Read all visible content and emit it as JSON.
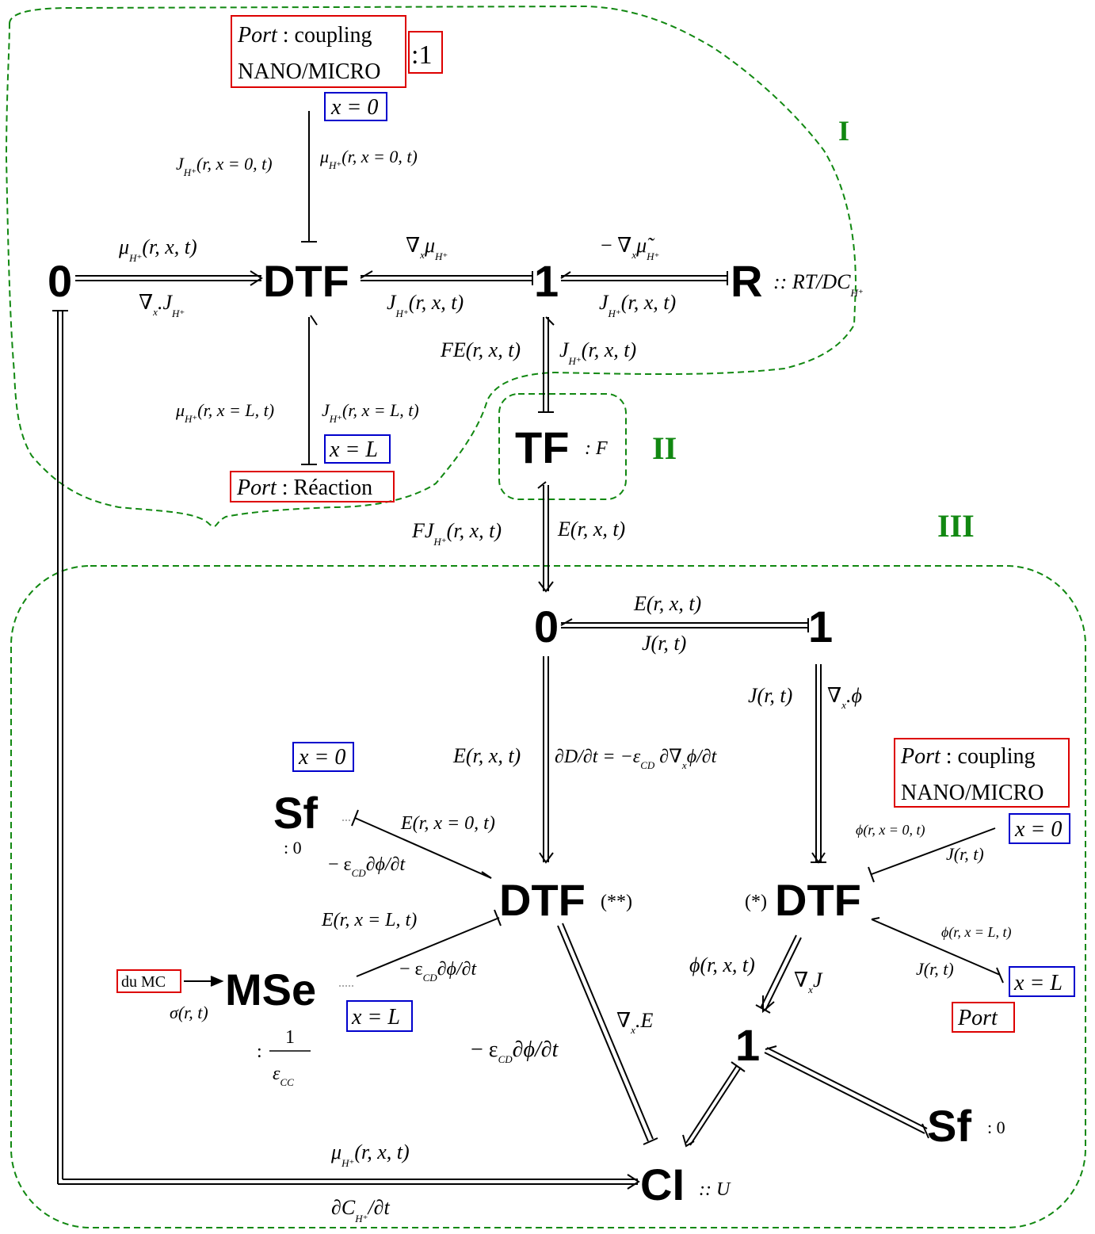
{
  "regions": {
    "r1": "I",
    "r2": "II",
    "r3": "III"
  },
  "nodes": {
    "zero_top": "0",
    "dtf_top": "DTF",
    "one_top": "1",
    "r": "R",
    "r_param": ":: RT/DC",
    "r_param_sub": "H⁺",
    "tf": "TF",
    "tf_param": ": F",
    "zero_mid": "0",
    "one_mid": "1",
    "dtf_left": "DTF",
    "dtf_left_tag": "(**)",
    "dtf_right": "DTF",
    "dtf_right_tag": "(*)",
    "sf_left": "Sf",
    "sf_left_param": ": 0",
    "mse": "MSe",
    "one_low": "1",
    "sf_right": "Sf",
    "sf_right_param": ": 0",
    "ci": "CI",
    "ci_param": ":: U"
  },
  "boxes": {
    "port_top_line1_a": "Port",
    "port_top_line1_b": " : coupling",
    "port_top_line2": "NANO/MICRO",
    "port_top_ratio": ":1",
    "x0_top": "x = 0",
    "xL_top": "x = L",
    "port_reaction_a": "Port",
    "port_reaction_b": " : Réaction",
    "x0_left": "x = 0",
    "port_right_line1_a": "Port",
    "port_right_line1_b": " : coupling",
    "port_right_line2": "NANO/MICRO",
    "x0_right": "x = 0",
    "xL_right": "x = L",
    "port_right_low": "Port",
    "du_mc": "du MC",
    "xL_left": "x = L"
  },
  "labels": {
    "j_x0": "J",
    "j_x0_sub": "H⁺",
    "j_x0_args": "(r, x = 0, t)",
    "mu_x0": "μ",
    "mu_x0_sub": "H⁺",
    "mu_x0_args": "(r, x = 0, t)",
    "mu_rxt": "μ",
    "mu_rxt_sub": "H⁺",
    "mu_rxt_args": "(r, x, t)",
    "divj": "∇",
    "divj_sub": "x",
    "divj_b": ".J",
    "divj_sub2": "H⁺",
    "grad_mu": "∇",
    "grad_mu_sub": "x",
    "grad_mu_b": "μ",
    "grad_mu_sub2": "H⁺",
    "j_rxt1": "J",
    "j_rxt1_sub": "H⁺",
    "j_rxt1_args": "(r, x, t)",
    "neg_grad_mutilde": "− ∇",
    "neg_grad_mutilde_sub": "x",
    "neg_grad_mutilde_b": "μ̃",
    "neg_grad_mutilde_sub2": "H⁺",
    "j_rxt2": "J",
    "j_rxt2_sub": "H⁺",
    "j_rxt2_args": "(r, x, t)",
    "fe": "FE(r, x, t)",
    "j_rxt3": "J",
    "j_rxt3_sub": "H⁺",
    "j_rxt3_args": "(r, x, t)",
    "mu_xL": "μ",
    "mu_xL_sub": "H⁺",
    "mu_xL_args": "(r, x = L, t)",
    "j_xL": "J",
    "j_xL_sub": "H⁺",
    "j_xL_args": "(r, x = L, t)",
    "fj": "FJ",
    "fj_sub": "H⁺",
    "fj_args": "(r, x, t)",
    "e_rxt1": "E(r, x, t)",
    "e_rxt2": "E(r, x, t)",
    "j_rt1": "J(r, t)",
    "j_rt2": "J(r, t)",
    "grad_phi": "∇",
    "grad_phi_sub": "x",
    "grad_phi_b": ".ϕ",
    "e_rxt3": "E(r, x, t)",
    "dDdt": "∂D/∂t = −ε",
    "dDdt_sub": "CD",
    "dDdt_b": " ∂∇",
    "dDdt_sub2": "x",
    "dDdt_c": "ϕ/∂t",
    "e_x0": "E(r, x = 0, t)",
    "neg_eps1": "− ε",
    "neg_eps1_sub": "CD",
    "neg_eps1_b": "∂ϕ/∂t",
    "e_xL": "E(r, x = L, t)",
    "neg_eps2": "− ε",
    "neg_eps2_sub": "CD",
    "neg_eps2_b": "∂ϕ/∂t",
    "sigma": "σ(r, t)",
    "mse_frac_num": "1",
    "mse_frac_den": "ε",
    "mse_frac_den_sub": "CC",
    "mse_colon": ":",
    "phi_x0": "ϕ(r, x = 0, t)",
    "j_rt3": "J(r, t)",
    "phi_xL": "ϕ(r, x = L, t)",
    "j_rt4": "J(r, t)",
    "phi_rxt": "ϕ(r, x, t)",
    "div_j": "∇",
    "div_j_sub": "x",
    "div_j_b": "J",
    "div_e": "∇",
    "div_e_sub": "x",
    "div_e_b": ".E",
    "neg_eps3": "− ε",
    "neg_eps3_sub": "CD",
    "neg_eps3_b": "∂ϕ/∂t",
    "mu_bottom": "μ",
    "mu_bottom_sub": "H⁺",
    "mu_bottom_args": "(r, x, t)",
    "dCdt": "∂C",
    "dCdt_sub": "H⁺",
    "dCdt_b": "/∂t"
  },
  "colors": {
    "region_border": "#118811",
    "red_box": "#dd0000",
    "blue_box": "#0000cc",
    "bonds": "#000000"
  }
}
